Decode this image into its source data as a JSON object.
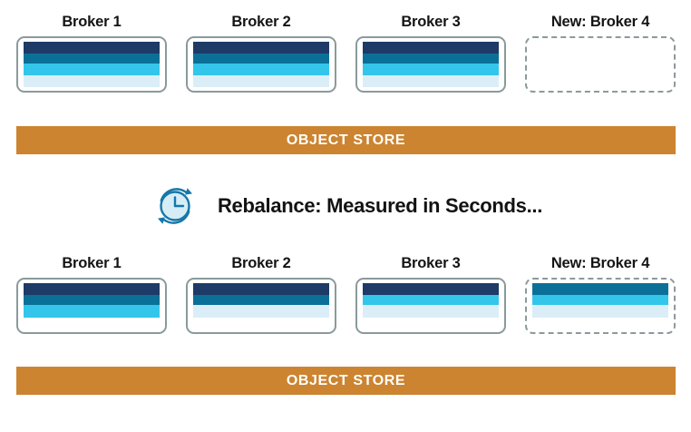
{
  "colors": {
    "navy": "#1e3a66",
    "blue": "#0b7098",
    "cyan": "#34c6ea",
    "pale": "#dbeef7",
    "object_store_bar": "#cc8430",
    "box_border": "#8a9a9c",
    "icon_stroke": "#1577a8",
    "icon_fill": "#d6ecf7",
    "text": "#141414"
  },
  "cluster_before": {
    "brokers": [
      {
        "label": "Broker 1",
        "style": "solid",
        "stripes": [
          {
            "color": "navy",
            "height": 13
          },
          {
            "color": "blue",
            "height": 11
          },
          {
            "color": "cyan",
            "height": 13
          },
          {
            "color": "pale",
            "height": 13
          }
        ]
      },
      {
        "label": "Broker 2",
        "style": "solid",
        "stripes": [
          {
            "color": "navy",
            "height": 13
          },
          {
            "color": "blue",
            "height": 11
          },
          {
            "color": "cyan",
            "height": 13
          },
          {
            "color": "pale",
            "height": 13
          }
        ]
      },
      {
        "label": "Broker 3",
        "style": "solid",
        "stripes": [
          {
            "color": "navy",
            "height": 13
          },
          {
            "color": "blue",
            "height": 11
          },
          {
            "color": "cyan",
            "height": 13
          },
          {
            "color": "pale",
            "height": 13
          }
        ]
      },
      {
        "label": "New: Broker 4",
        "style": "dashed",
        "stripes": []
      }
    ]
  },
  "cluster_after": {
    "brokers": [
      {
        "label": "Broker 1",
        "style": "solid",
        "stripes": [
          {
            "color": "navy",
            "height": 13
          },
          {
            "color": "blue",
            "height": 11
          },
          {
            "color": "cyan",
            "height": 14
          }
        ]
      },
      {
        "label": "Broker 2",
        "style": "solid",
        "stripes": [
          {
            "color": "navy",
            "height": 13
          },
          {
            "color": "blue",
            "height": 11
          },
          {
            "color": "pale",
            "height": 14
          }
        ]
      },
      {
        "label": "Broker 3",
        "style": "solid",
        "stripes": [
          {
            "color": "navy",
            "height": 13
          },
          {
            "color": "cyan",
            "height": 11
          },
          {
            "color": "pale",
            "height": 14
          }
        ]
      },
      {
        "label": "New: Broker 4",
        "style": "dashed",
        "stripes": [
          {
            "color": "blue",
            "height": 13
          },
          {
            "color": "cyan",
            "height": 11
          },
          {
            "color": "pale",
            "height": 14
          }
        ]
      }
    ]
  },
  "object_store": {
    "label": "OBJECT STORE"
  },
  "rebalance": {
    "icon": "clock-refresh-icon",
    "text": "Rebalance: Measured in Seconds..."
  }
}
